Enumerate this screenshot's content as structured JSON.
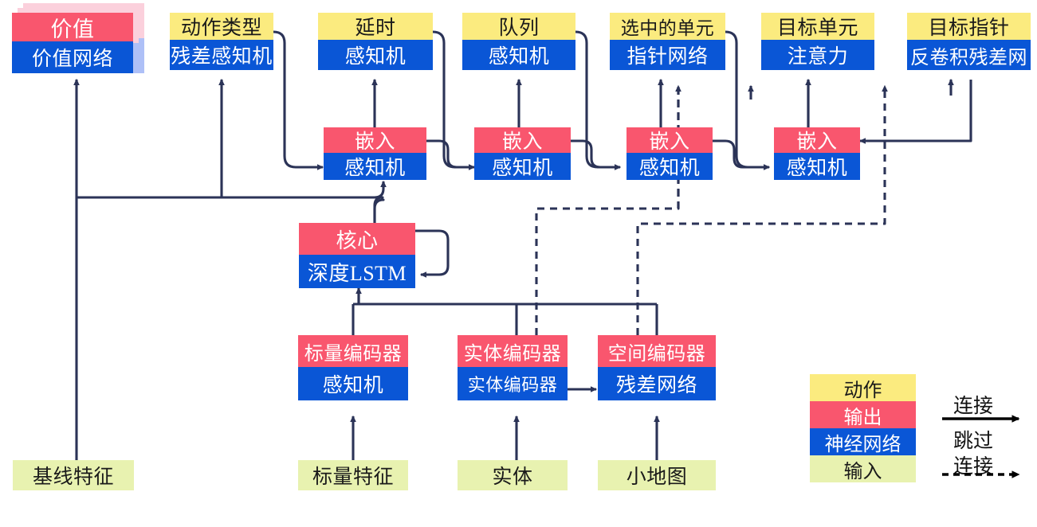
{
  "diagram": {
    "title": "AlphaStar-style network architecture diagram (Chinese labels)",
    "colors": {
      "action": "#fbeb7f",
      "output": "#f9566e",
      "network": "#0a56d6",
      "input": "#e8f2b0",
      "wire": "#2b3357",
      "shadow_pink": "#fbd0dc",
      "shadow_blue": "#aec0f7"
    },
    "heads": [
      {
        "id": "value",
        "top_label": "价值",
        "top_kind": "output",
        "bottom_label": "价值网络",
        "stacked": true
      },
      {
        "id": "action-type",
        "top_label": "动作类型",
        "top_kind": "action",
        "bottom_label": "残差感知机",
        "stacked": false
      },
      {
        "id": "delay",
        "top_label": "延时",
        "top_kind": "action",
        "bottom_label": "感知机",
        "stacked": false
      },
      {
        "id": "queue",
        "top_label": "队列",
        "top_kind": "action",
        "bottom_label": "感知机",
        "stacked": false
      },
      {
        "id": "selected-units",
        "top_label": "选中的单元",
        "top_kind": "action",
        "bottom_label": "指针网络",
        "stacked": false
      },
      {
        "id": "target-unit",
        "top_label": "目标单元",
        "top_kind": "action",
        "bottom_label": "注意力",
        "stacked": false
      },
      {
        "id": "target-point",
        "top_label": "目标指针",
        "top_kind": "action",
        "bottom_label": "反卷积残差网",
        "stacked": false
      }
    ],
    "embeds": [
      {
        "id": "embed-1",
        "top_label": "嵌入",
        "bottom_label": "感知机"
      },
      {
        "id": "embed-2",
        "top_label": "嵌入",
        "bottom_label": "感知机"
      },
      {
        "id": "embed-3",
        "top_label": "嵌入",
        "bottom_label": "感知机"
      },
      {
        "id": "embed-4",
        "top_label": "嵌入",
        "bottom_label": "感知机"
      }
    ],
    "core": {
      "top_label": "核心",
      "bottom_label": "深度LSTM"
    },
    "encoders": [
      {
        "id": "scalar-encoder",
        "top_label": "标量编码器",
        "bottom_label": "感知机"
      },
      {
        "id": "entity-encoder",
        "top_label": "实体编码器",
        "bottom_label": "实体编码器"
      },
      {
        "id": "spatial-encoder",
        "top_label": "空间编码器",
        "bottom_label": "残差网络"
      }
    ],
    "inputs": [
      {
        "id": "baseline-features",
        "label": "基线特征"
      },
      {
        "id": "scalar-features",
        "label": "标量特征"
      },
      {
        "id": "entities",
        "label": "实体"
      },
      {
        "id": "minimap",
        "label": "小地图"
      }
    ],
    "legend": {
      "swatches": [
        {
          "id": "legend-action",
          "label": "动作",
          "kind": "action"
        },
        {
          "id": "legend-output",
          "label": "输出",
          "kind": "output"
        },
        {
          "id": "legend-network",
          "label": "神经网络",
          "kind": "network"
        },
        {
          "id": "legend-input",
          "label": "输入",
          "kind": "input"
        }
      ],
      "edges": [
        {
          "id": "legend-connection",
          "label": "连接",
          "style": "solid"
        },
        {
          "id": "legend-skip-connection",
          "label_line1": "跳过",
          "label_line2": "连接",
          "style": "dashed"
        }
      ]
    }
  }
}
